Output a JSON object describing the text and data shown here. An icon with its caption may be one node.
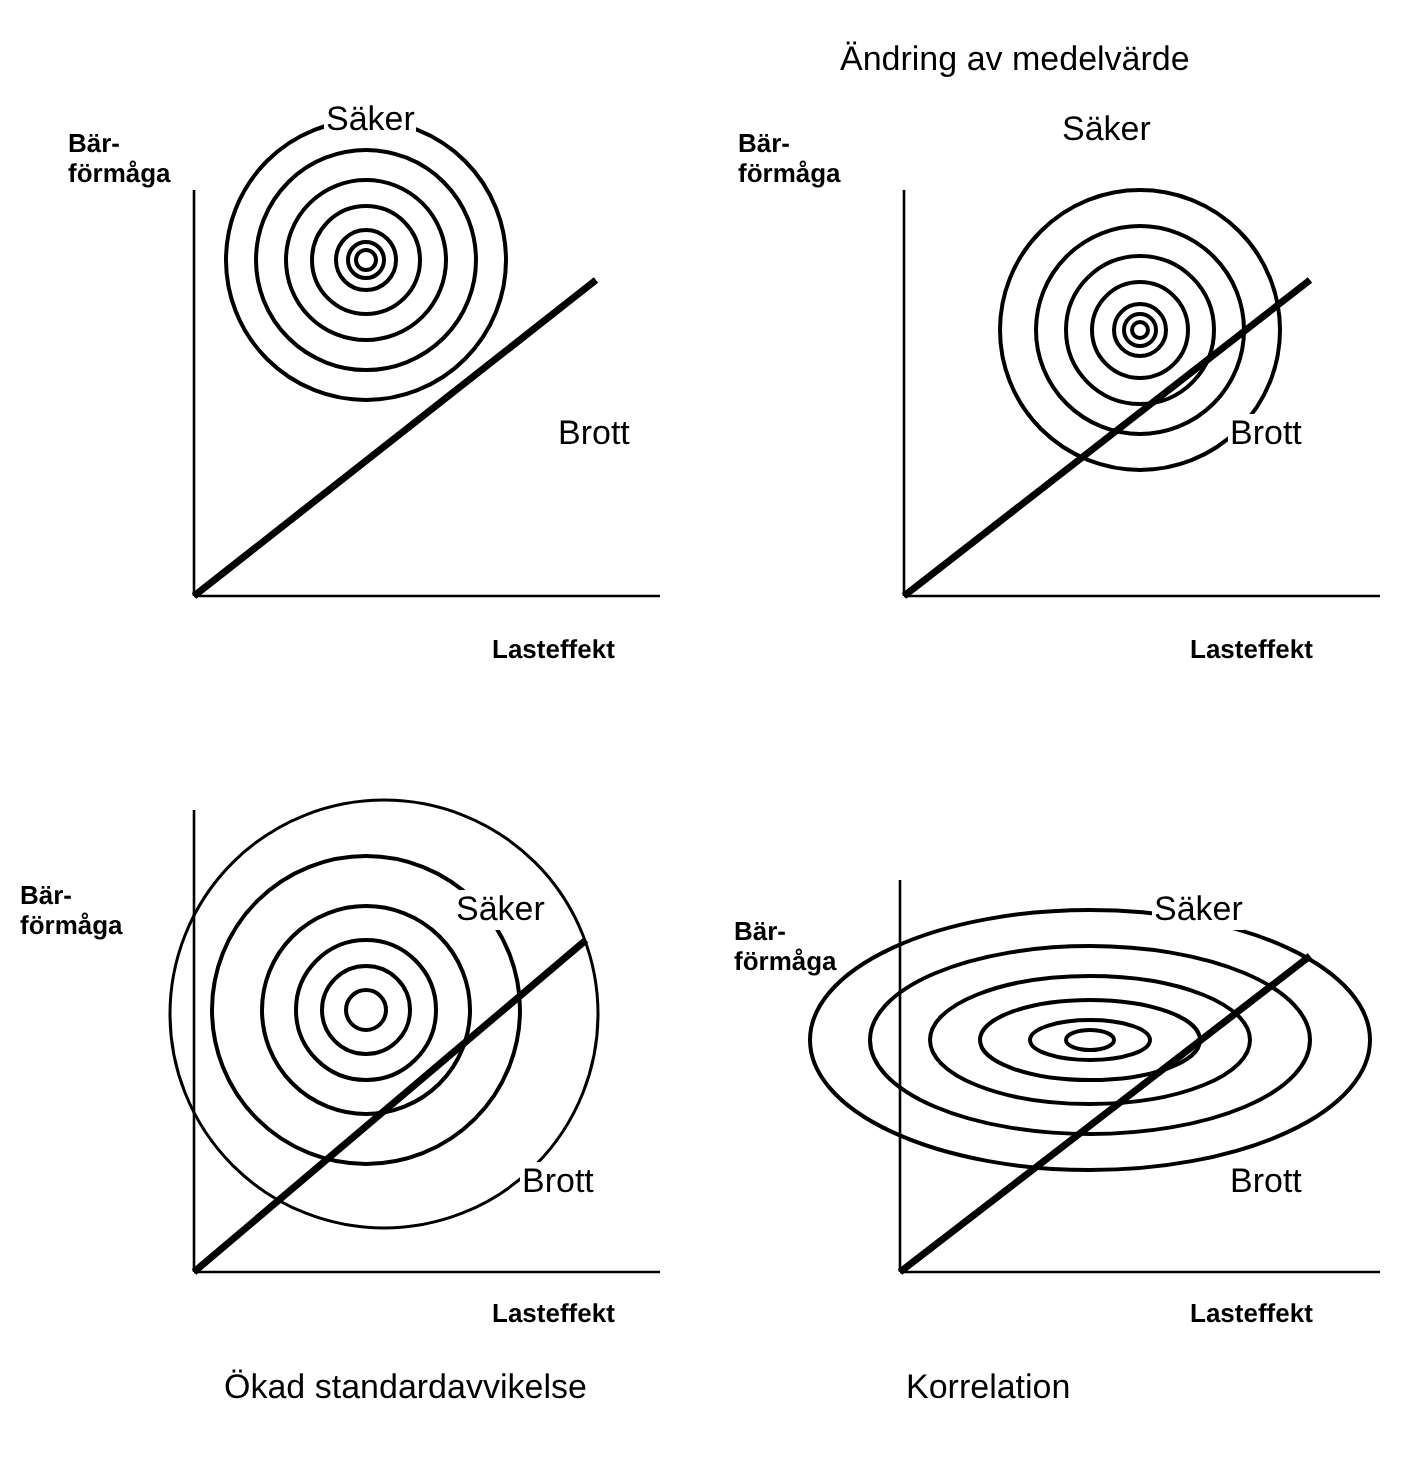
{
  "diagram": {
    "labels": [
      "Ändring av medelvärde",
      "Bär- förmåga",
      "Säker",
      "Bär- förmåga",
      "Säker",
      "Brott",
      "Brott",
      "Lasteffekt",
      "Lasteffekt",
      "Bär- förmåga",
      "Säker",
      "Bär- förmåga",
      "Säker",
      "Brott",
      "Brott",
      "Lasteffekt",
      "Lasteffekt",
      "Ökad standardavvikelse",
      "Korrelation"
    ]
  }
}
